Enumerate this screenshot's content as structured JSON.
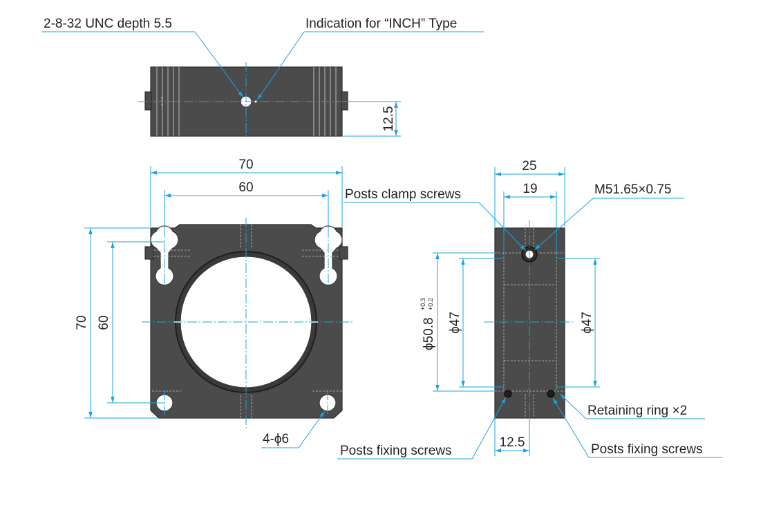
{
  "top_view": {
    "thread_label": "2-8-32 UNC depth 5.5",
    "inch_indication_label": "Indication for “INCH” Type",
    "dim_height": "12.5"
  },
  "front_view": {
    "dim_width_outer": "70",
    "dim_width_inner": "60",
    "dim_height_outer": "70",
    "dim_height_inner": "60",
    "holes_label": "4-ϕ6"
  },
  "side_view": {
    "dim_width_outer": "25",
    "dim_width_inner": "19",
    "thread_label": "M51.65×0.75",
    "clamp_label": "Posts clamp screws",
    "bore_diameter": "ϕ50.8",
    "bore_tol_upper": "+0.3",
    "bore_tol_lower": "+0.2",
    "dim_left": "ϕ47",
    "dim_right": "ϕ47",
    "retaining_ring_label": "Retaining ring ×2",
    "fixing_left_label": "Posts fixing screws",
    "fixing_right_label": "Posts fixing screws",
    "dim_bottom": "12.5"
  },
  "colors": {
    "dimension_line": "#1aa3e0",
    "body": "#4b4b4b",
    "text": "#222222"
  }
}
